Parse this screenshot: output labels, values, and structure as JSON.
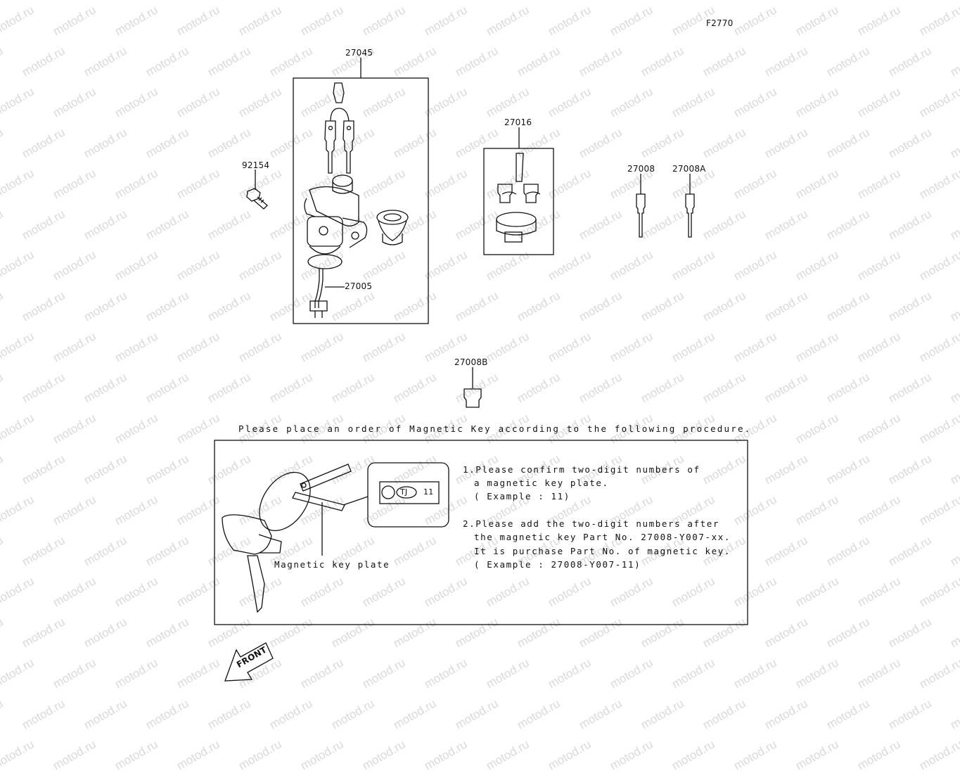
{
  "figure_code": "F2770",
  "watermark_text": "motod.ru",
  "parts": {
    "ignition_switch_set": "27045",
    "screw": "92154",
    "lock_set": "27016",
    "key_blank": "27008",
    "key_blank_a": "27008A",
    "key_blank_b": "27008B",
    "ignition_switch": "27005"
  },
  "instructions": {
    "heading": "Please place an order of Magnetic Key according to the following procedure.",
    "step1_line1": "1.Please confirm two-digit numbers of",
    "step1_line2": "a magnetic key plate.",
    "step1_line3": "( Example : 11)",
    "step2_line1": "2.Please add the  two-digit numbers after",
    "step2_line2": "the magnetic key Part No. 27008-Y007-xx.",
    "step2_line3": "It is purchase Part No. of magnetic key.",
    "step2_line4": "( Example : 27008-Y007-11)",
    "plate_label": "Magnetic key plate",
    "plate_code_letters": "TJ",
    "plate_code_number": "11"
  },
  "front_arrow": "FRONT"
}
